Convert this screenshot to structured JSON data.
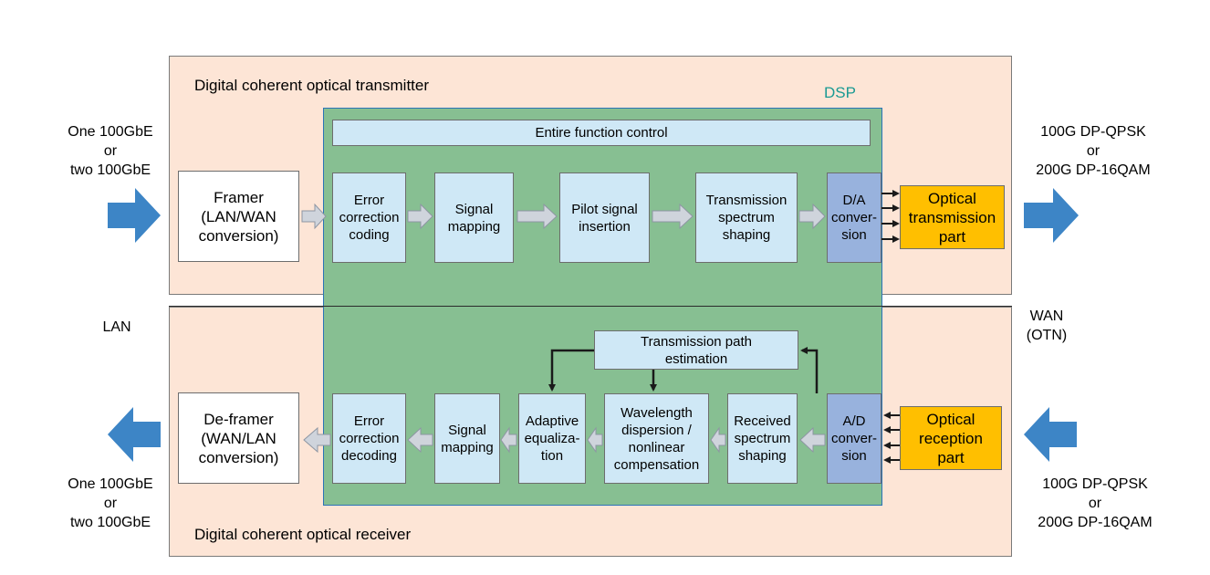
{
  "transmitter": {
    "title": "Digital coherent optical transmitter",
    "input_label": [
      "One 100GbE",
      "or",
      "two 100GbE"
    ],
    "output_label": [
      "100G DP-QPSK",
      "or",
      "200G DP-16QAM"
    ],
    "blocks": {
      "framer": "Framer\n(LAN/WAN\nconversion)",
      "control": "Entire function control",
      "ecc": "Error\ncorrection\ncoding",
      "mapping": "Signal\nmapping",
      "pilot": "Pilot signal\ninsertion",
      "shaping": "Transmission\nspectrum\nshaping",
      "da": "D/A\nconver-\nsion",
      "optical": "Optical\ntransmission\npart"
    }
  },
  "receiver": {
    "title": "Digital coherent optical receiver",
    "input_label": [
      "100G DP-QPSK",
      "or",
      "200G DP-16QAM"
    ],
    "output_label": [
      "One 100GbE",
      "or",
      "two 100GbE"
    ],
    "blocks": {
      "deframer": "De-framer\n(WAN/LAN\nconversion)",
      "ecd": "Error\ncorrection\ndecoding",
      "mapping": "Signal\nmapping",
      "equal": "Adaptive\nequaliza-\ntion",
      "wave": "Wavelength\ndispersion /\nnonlinear\ncompensation",
      "received": "Received\nspectrum\nshaping",
      "ad": "A/D\nconver-\nsion",
      "optical": "Optical\nreception\npart",
      "estimate": "Transmission path\nestimation"
    }
  },
  "dsp_label": "DSP",
  "lan_label": "LAN",
  "wan_label": [
    "WAN",
    "(OTN)"
  ],
  "colors": {
    "panel": "#fde5d6",
    "dsp": "#87bf92",
    "block_light": "#cfe8f6",
    "block_dark": "#98b2dd",
    "optical": "#ffbf00",
    "big_arrow": "#3d85c6",
    "flow_arrow": "#cfd4dc"
  }
}
